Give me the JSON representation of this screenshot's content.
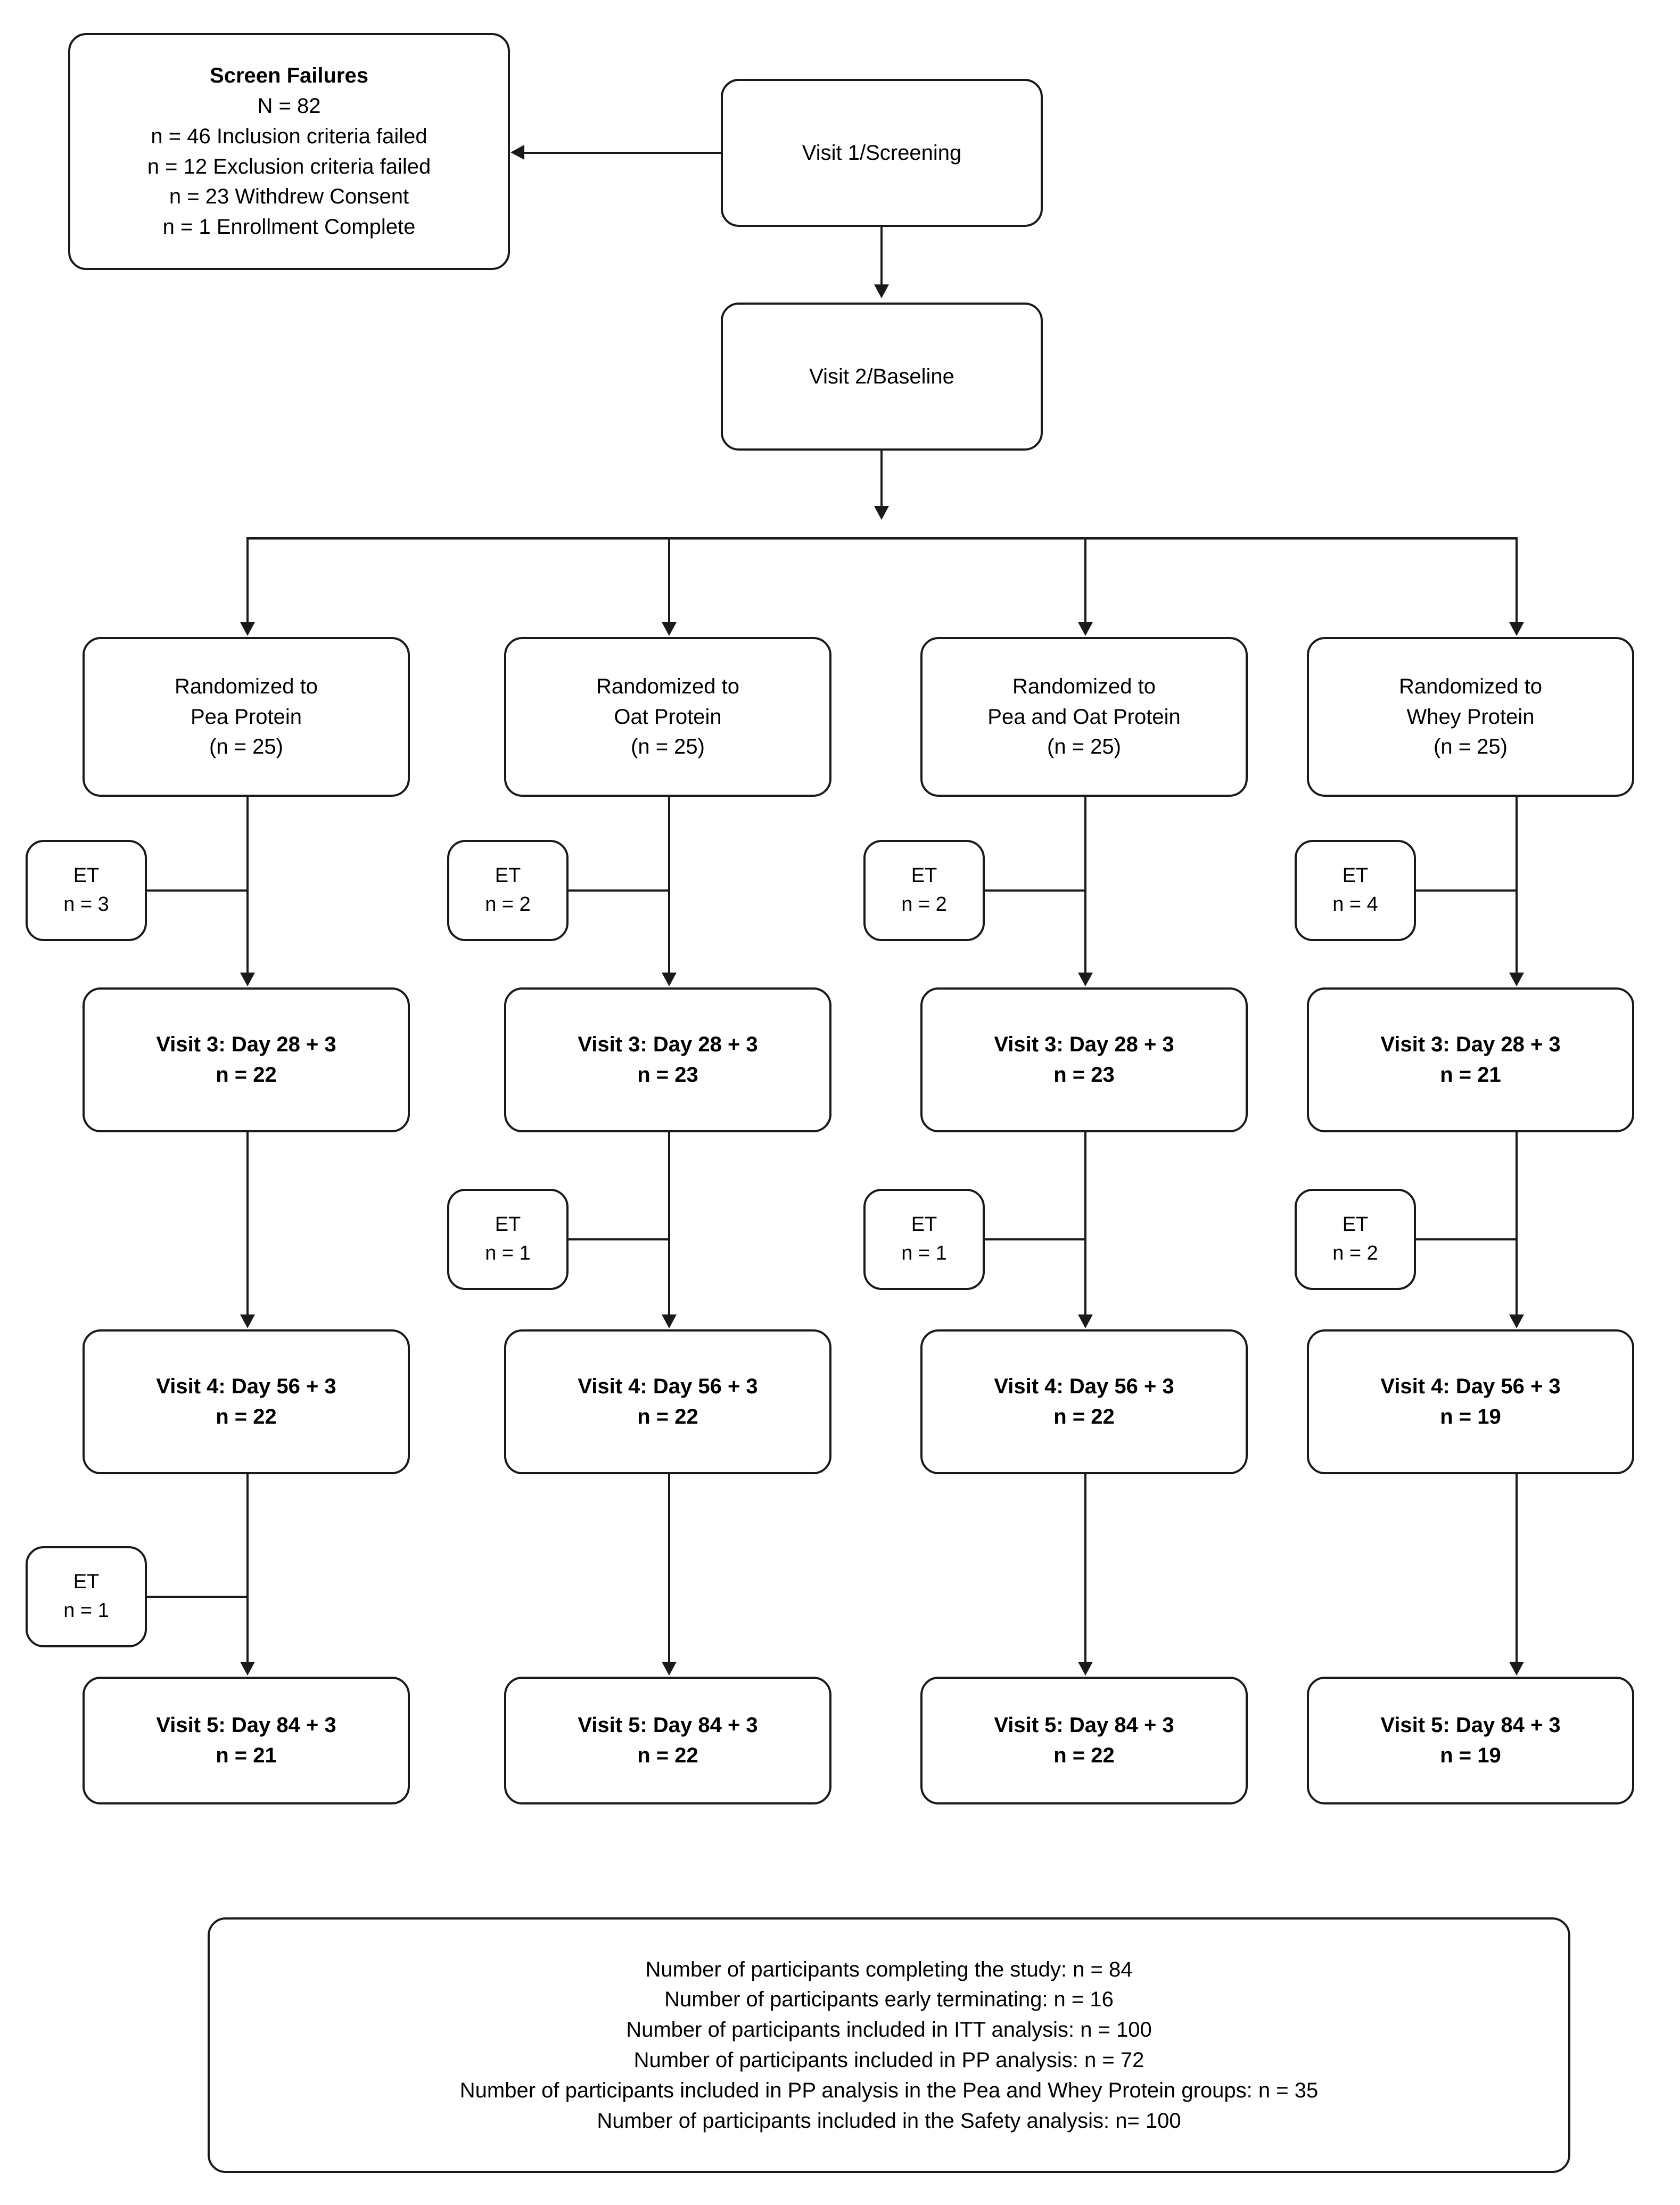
{
  "diagram": {
    "title": "CONSORT participant flow diagram",
    "line_color": "#1a1a1a",
    "background": "#ffffff"
  },
  "screen_failures": {
    "heading": "Screen Failures",
    "total": "N = 82",
    "reasons": [
      "n = 46 Inclusion criteria failed",
      "n = 12 Exclusion criteria failed",
      "n = 23 Withdrew Consent",
      "n = 1 Enrollment Complete"
    ]
  },
  "visits": {
    "visit1": "Visit 1/Screening",
    "visit2": "Visit 2/Baseline"
  },
  "arms": [
    {
      "id": "pea",
      "randomized_line1": "Randomized to",
      "randomized_line2": "Pea Protein",
      "randomized_n": "(n = 25)",
      "visit3_label": "Visit 3: Day 28 + 3",
      "visit3_n": "n = 22",
      "visit4_label": "Visit 4: Day 56 + 3",
      "visit4_n": "n = 22",
      "visit5_label": "Visit 5: Day 84 + 3",
      "visit5_n": "n = 21"
    },
    {
      "id": "oat",
      "randomized_line1": "Randomized to",
      "randomized_line2": "Oat Protein",
      "randomized_n": "(n = 25)",
      "visit3_label": "Visit 3: Day 28 + 3",
      "visit3_n": "n = 23",
      "visit4_label": "Visit 4: Day 56 + 3",
      "visit4_n": "n = 22",
      "visit5_label": "Visit 5: Day 84 + 3",
      "visit5_n": "n = 22"
    },
    {
      "id": "pea-oat",
      "randomized_line1": "Randomized to",
      "randomized_line2": "Pea and Oat Protein",
      "randomized_n": "(n = 25)",
      "visit3_label": "Visit 3: Day 28 + 3",
      "visit3_n": "n = 23",
      "visit4_label": "Visit 4: Day 56 + 3",
      "visit4_n": "n = 22",
      "visit5_label": "Visit 5: Day 84 + 3",
      "visit5_n": "n = 22"
    },
    {
      "id": "whey",
      "randomized_line1": "Randomized to",
      "randomized_line2": "Whey Protein",
      "randomized_n": "(n = 25)",
      "visit3_label": "Visit 3: Day 28 + 3",
      "visit3_n": "n = 21",
      "visit4_label": "Visit 4: Day 56 + 3",
      "visit4_n": "n = 19",
      "visit5_label": "Visit 5: Day 84 + 3",
      "visit5_n": "n = 19"
    }
  ],
  "early_terminations": {
    "label": "ET",
    "after_randomization": [
      {
        "arm": "pea",
        "n": "n = 3"
      },
      {
        "arm": "oat",
        "n": "n = 2"
      },
      {
        "arm": "pea-oat",
        "n": "n = 2"
      },
      {
        "arm": "whey",
        "n": "n = 4"
      }
    ],
    "after_visit3": [
      {
        "arm": "oat",
        "n": "n = 1"
      },
      {
        "arm": "pea-oat",
        "n": "n = 1"
      },
      {
        "arm": "whey",
        "n": "n = 2"
      }
    ],
    "after_visit4": [
      {
        "arm": "pea",
        "n": "n = 1"
      }
    ]
  },
  "summary": {
    "lines": [
      "Number of participants completing the study: n = 84",
      "Number of participants early terminating: n = 16",
      "Number of participants included in ITT analysis: n = 100",
      "Number of participants included in PP analysis: n = 72",
      "Number of participants included in PP analysis in the Pea and Whey Protein groups: n = 35",
      "Number of participants included in the Safety analysis: n= 100"
    ]
  }
}
